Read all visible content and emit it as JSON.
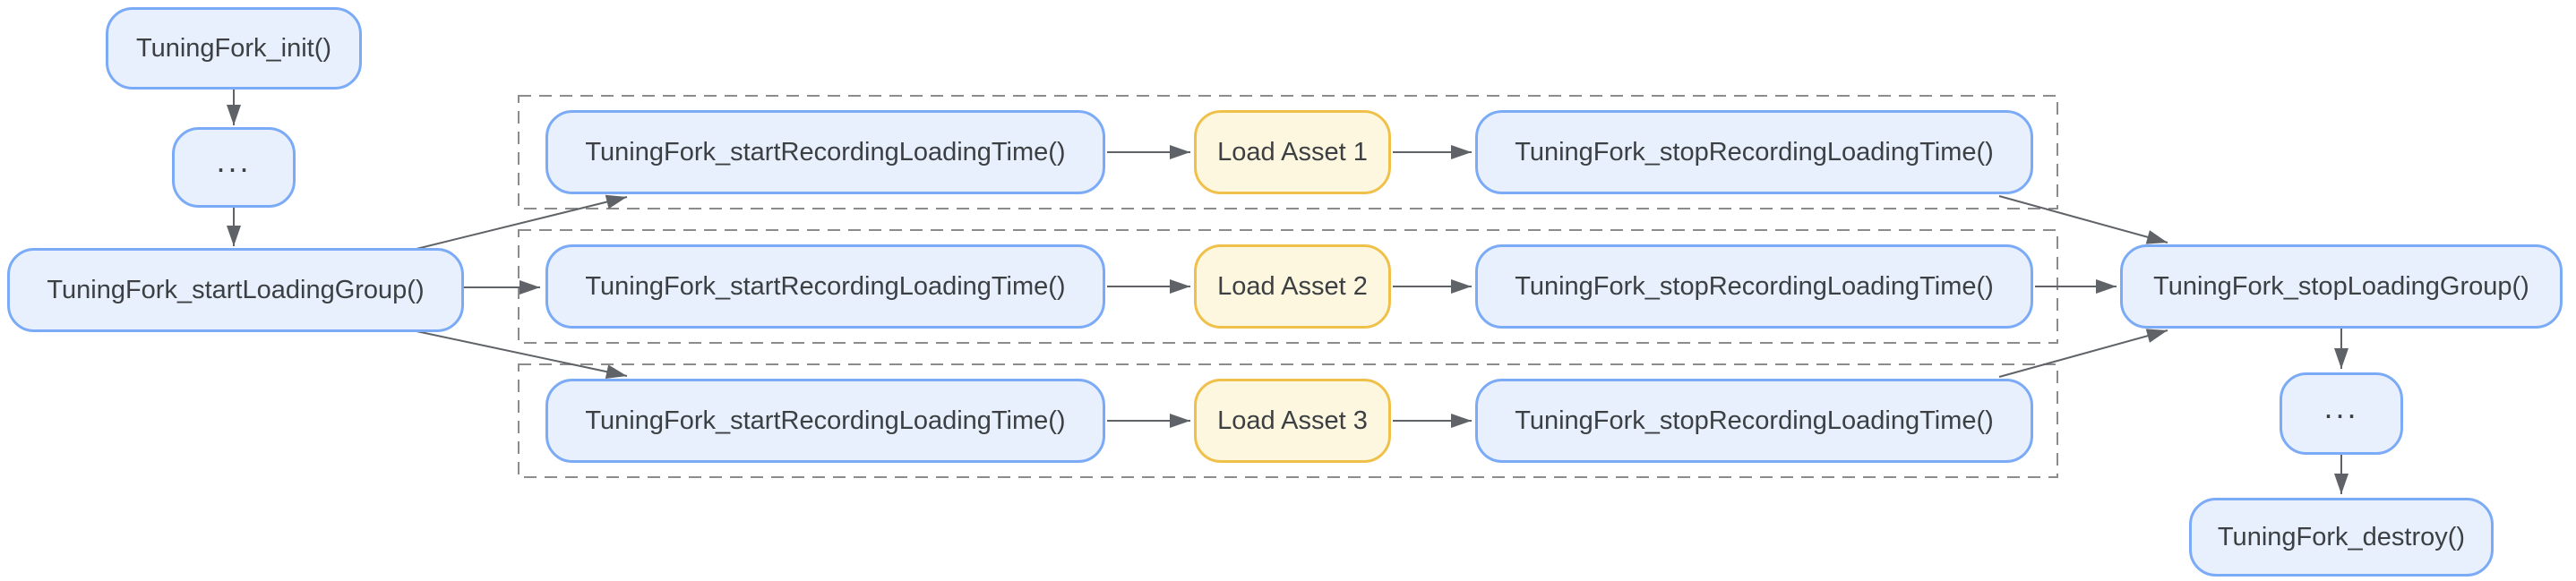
{
  "nodes": {
    "init": "TuningFork_init()",
    "ellipsis_top": "...",
    "start_loading_group": "TuningFork_startLoadingGroup()",
    "stop_loading_group": "TuningFork_stopLoadingGroup()",
    "ellipsis_bottom": "...",
    "destroy": "TuningFork_destroy()"
  },
  "rows": [
    {
      "start": "TuningFork_startRecordingLoadingTime()",
      "asset": "Load Asset 1",
      "stop": "TuningFork_stopRecordingLoadingTime()"
    },
    {
      "start": "TuningFork_startRecordingLoadingTime()",
      "asset": "Load Asset 2",
      "stop": "TuningFork_stopRecordingLoadingTime()"
    },
    {
      "start": "TuningFork_startRecordingLoadingTime()",
      "asset": "Load Asset 3",
      "stop": "TuningFork_stopRecordingLoadingTime()"
    }
  ],
  "colors": {
    "node-fill": "#e8f0fe",
    "node-border": "#7baaf7",
    "asset-fill": "#fef7e0",
    "asset-border": "#efc14b",
    "arrow": "#5f6368",
    "text": "#3c4043",
    "dashed": "#8c8c8c",
    "background": "#ffffff"
  }
}
